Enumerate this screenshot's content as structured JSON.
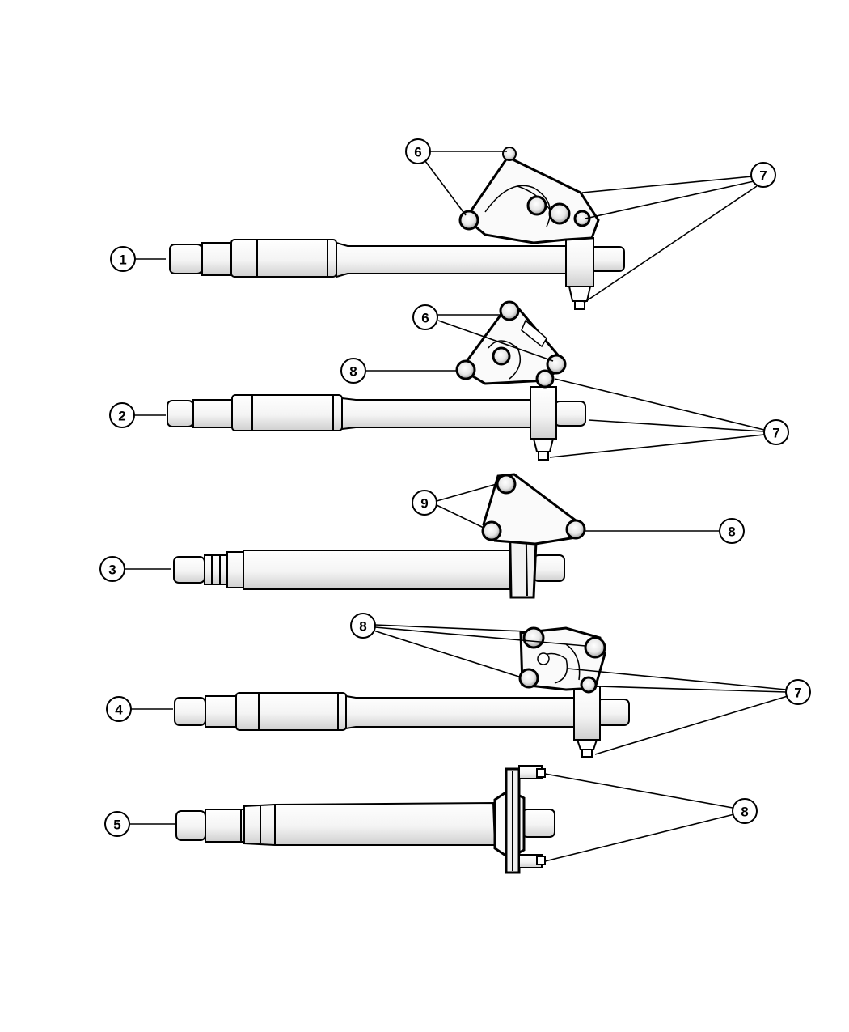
{
  "diagram": {
    "callouts": {
      "c1": "1",
      "c2": "2",
      "c3": "3",
      "c4": "4",
      "c5": "5",
      "c6a": "6",
      "c7a": "7",
      "c6b": "6",
      "c8b": "8",
      "c7b": "7",
      "c9": "9",
      "c8c": "8",
      "c8d": "8",
      "c7d": "7",
      "c8e": "8"
    }
  }
}
